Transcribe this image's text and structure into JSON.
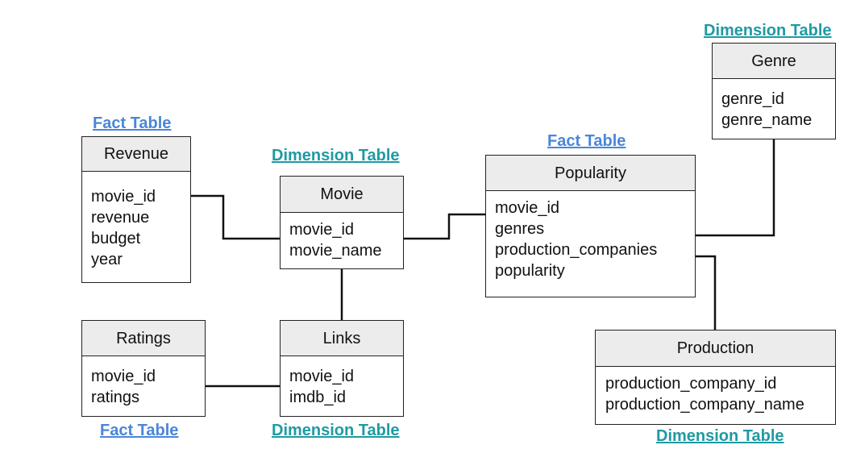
{
  "labels": {
    "fact": "Fact Table",
    "dimension": "Dimension Table"
  },
  "tables": {
    "revenue": {
      "title": "Revenue",
      "fields": [
        "movie_id",
        "revenue",
        "budget",
        "year"
      ]
    },
    "movie": {
      "title": "Movie",
      "fields": [
        "movie_id",
        "movie_name"
      ]
    },
    "popularity": {
      "title": "Popularity",
      "fields": [
        "movie_id",
        "genres",
        "production_companies",
        "popularity"
      ]
    },
    "genre": {
      "title": "Genre",
      "fields": [
        "genre_id",
        "genre_name"
      ]
    },
    "ratings": {
      "title": "Ratings",
      "fields": [
        "movie_id",
        "ratings"
      ]
    },
    "links": {
      "title": "Links",
      "fields": [
        "movie_id",
        "imdb_id"
      ]
    },
    "production": {
      "title": "Production",
      "fields": [
        "production_company_id",
        "production_company_name"
      ]
    }
  },
  "colors": {
    "fact_label": "#4a86d8",
    "dimension_label": "#1f9aa3",
    "header_fill": "#ececec",
    "line": "#111111"
  }
}
